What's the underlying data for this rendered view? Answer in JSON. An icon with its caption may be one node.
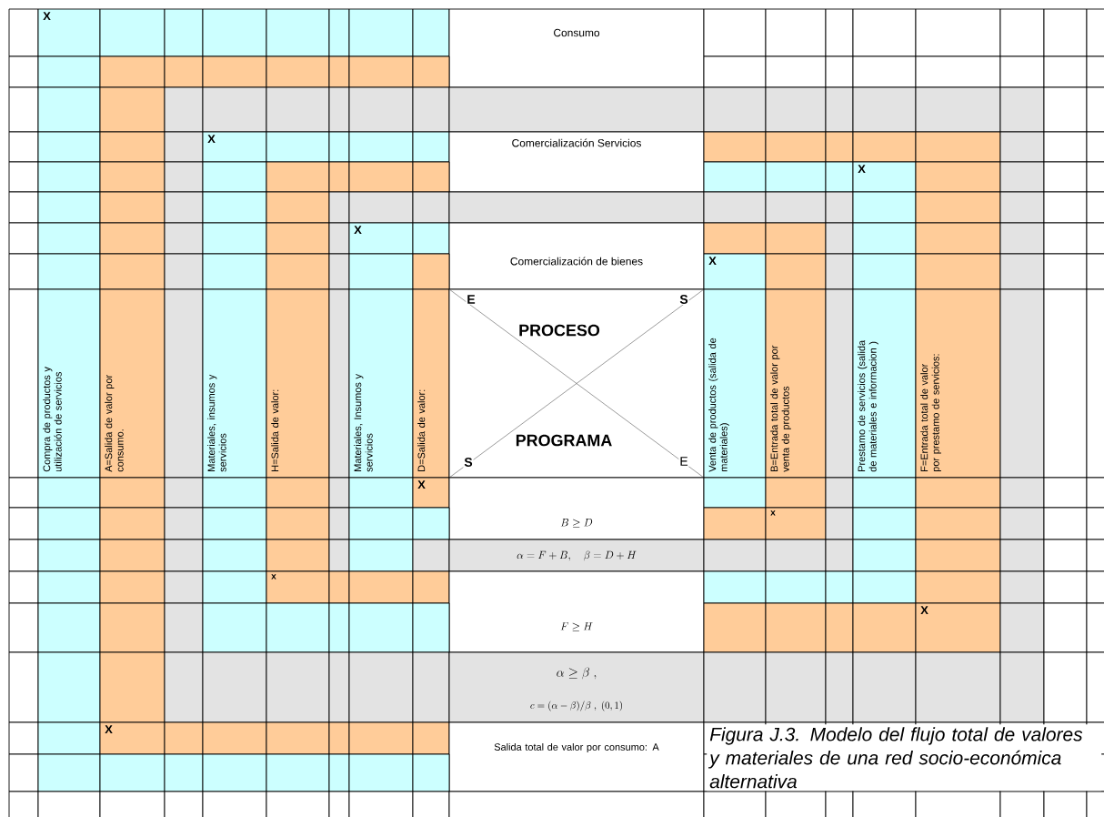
{
  "diagram": {
    "caption": "Figura J.3. Modelo del flujo total de valores y materiales de una red socio-económica alternativa",
    "labels": [
      "X",
      "Consumo",
      "X",
      "Comercialización Servicios",
      "X",
      "X",
      "Comercialización de bienes",
      "X",
      "Compra de productos y utilización de servicios",
      "A=Salida de valor por consumo.",
      "Materiales, insumos y servicios",
      "H=Salida de valor:",
      "Materiales, Insumos y servicios",
      "D=Salida de valor:",
      "E",
      "S",
      "PROCESO",
      "PROGRAMA",
      "S",
      "E",
      "Venta de productos (salida de materiales)",
      "B=Entrada total de valor por venta de productos",
      "Prestamo de servicios (salida de materiales e informacion )",
      "F=Entrada total de valor por prestamo de servicios:",
      "X",
      "B \\geq D",
      "x",
      "\\alpha = F + B,\\quad \\beta = D + H",
      "x",
      "F \\geq H",
      "X",
      "\\alpha \\geq \\beta\\ ,",
      "c = (\\alpha - \\beta)/\\beta\\ ,\\ (0, 1)",
      "X",
      "Salida total de valor por consumo: A"
    ]
  }
}
